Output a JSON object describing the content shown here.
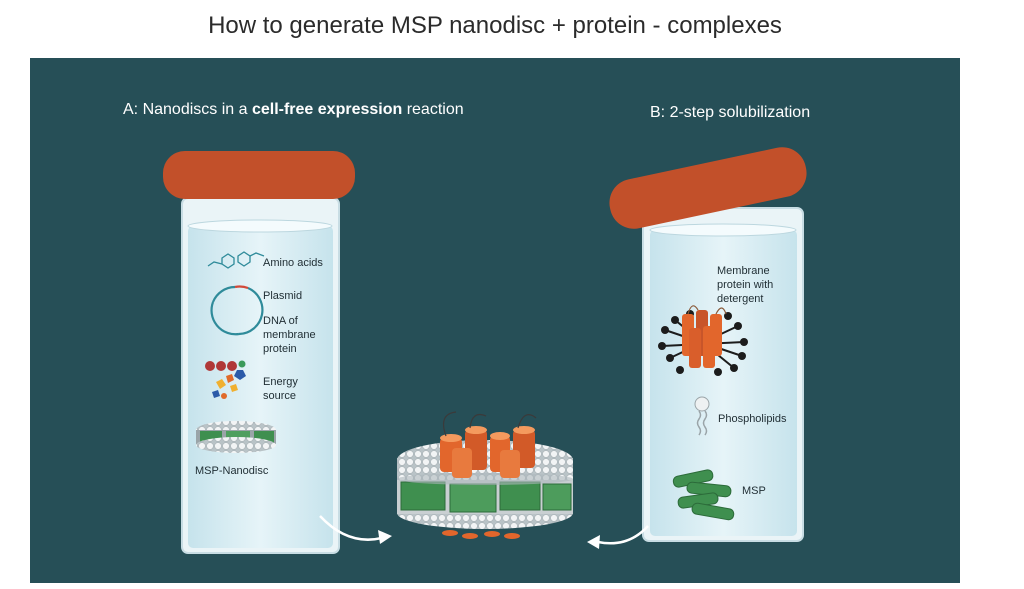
{
  "title": "How to generate MSP nanodisc + protein - complexes",
  "section_a": {
    "prefix": "A: Nanodiscs in a ",
    "bold": "cell-free expression",
    "suffix": " reaction",
    "items": {
      "amino_acids": "Amino acids",
      "plasmid": "Plasmid",
      "dna_line1": "DNA of",
      "dna_line2": "membrane",
      "dna_line3": "protein",
      "energy_line1": "Energy",
      "energy_line2": "source",
      "msp_nanodisc": "MSP-Nanodisc"
    }
  },
  "section_b": {
    "label": "B: 2-step solubilization",
    "items": {
      "mp_line1": "Membrane",
      "mp_line2": "protein with",
      "mp_line3": "detergent",
      "phospholipids": "Phospholipids",
      "msp": "MSP"
    }
  },
  "colors": {
    "panel": "#264f57",
    "lid": "#c2502a",
    "tube_liquid": "#d2eaf2",
    "msp_green": "#3f8f4f",
    "protein_orange": "#e2662c"
  }
}
